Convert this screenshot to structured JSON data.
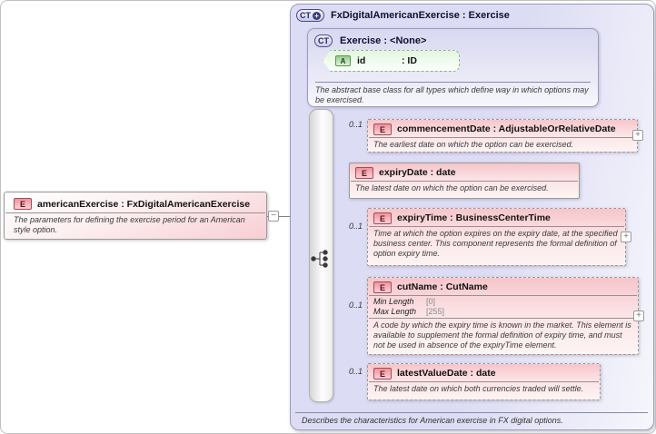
{
  "sep": " : ",
  "badges": {
    "element": "E",
    "attribute": "A",
    "complex_type": "CT",
    "plus_circle": "+",
    "expand": "+",
    "collapse": "−"
  },
  "left_element": {
    "name": "americanExercise",
    "type": "FxDigitalAmericanExercise",
    "description": "The parameters for defining the exercise period for an American style option."
  },
  "container": {
    "name": "FxDigitalAmericanExercise",
    "type": "Exercise",
    "footer": "Describes the characteristics for American exercise in FX digital options."
  },
  "base_type": {
    "name": "Exercise",
    "type": "<None>",
    "description": "The abstract base class for all types which define way in which options may be exercised.",
    "attribute": {
      "name": "id",
      "type_label": ": ID"
    }
  },
  "elements": [
    {
      "cardinality": "0..1",
      "name": "commencementDate",
      "type": "AdjustableOrRelativeDate",
      "description": "The earliest date on which the option can be exercised."
    },
    {
      "cardinality": "",
      "name": "expiryDate",
      "type": "date",
      "description": "The latest date on which the option can be exercised."
    },
    {
      "cardinality": "0..1",
      "name": "expiryTime",
      "type": "BusinessCenterTime",
      "description": "Time at which the option expires on the expiry date, at the specified business center. This component represents the formal definition of option expiry time."
    },
    {
      "cardinality": "0..1",
      "name": "cutName",
      "type": "CutName",
      "facets": [
        {
          "label": "Min Length",
          "value": "[0]"
        },
        {
          "label": "Max Length",
          "value": "[255]"
        }
      ],
      "description": "A code by which the expiry time is known in the market. This element is available to supplement the formal definition of expiry time, and must not be used in absence of the expiryTime element."
    },
    {
      "cardinality": "0..1",
      "name": "latestValueDate",
      "type": "date",
      "description": "The latest date on which both currencies traded will settle."
    }
  ],
  "colors": {
    "container_fill": "#dcdcf4",
    "element_fill": "#f6c5ca",
    "attribute_fill": "#e3f6de",
    "connector": "#808080"
  }
}
